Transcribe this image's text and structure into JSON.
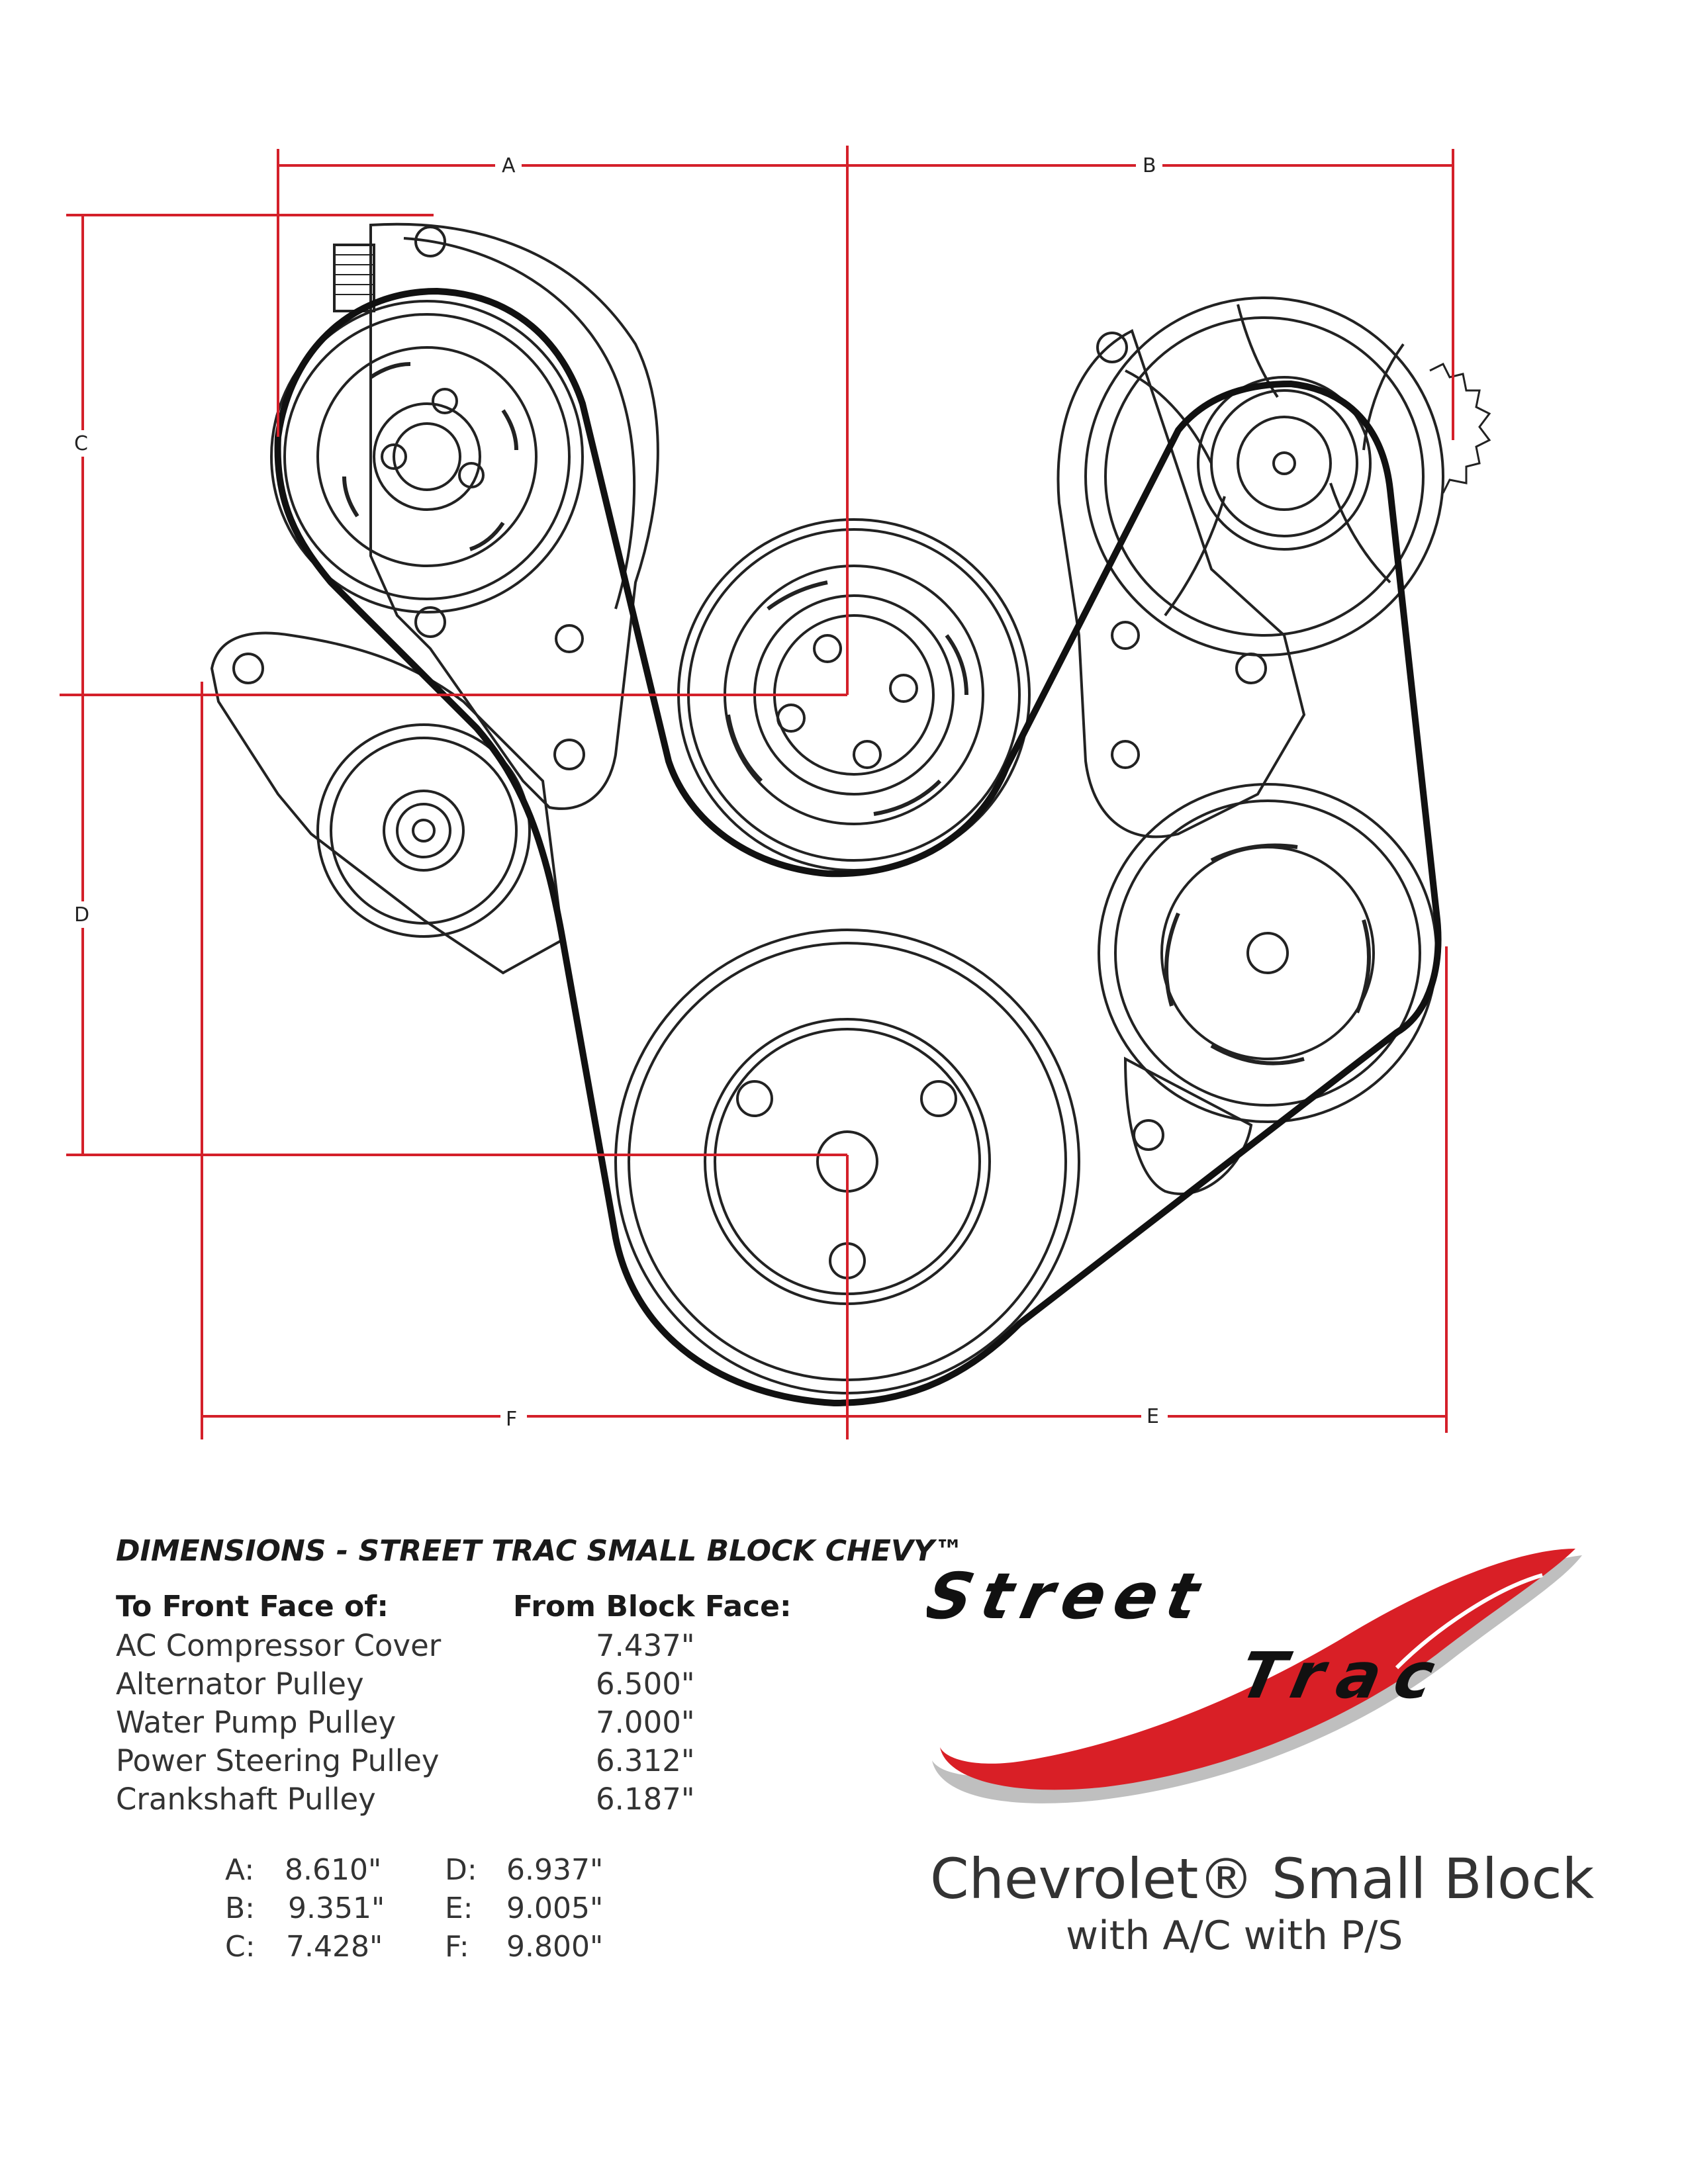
{
  "diagram": {
    "dimension_letters": {
      "a": "A",
      "b": "B",
      "c": "C",
      "d": "D",
      "e": "E",
      "f": "F"
    },
    "colors": {
      "dimension_line": "#d4202a",
      "belt": "#111111",
      "outline": "#222222"
    }
  },
  "dimensions": {
    "title": "DIMENSIONS - STREET TRAC SMALL BLOCK CHEVY™",
    "col_left_header": "To Front Face of:",
    "col_right_header": "From Block Face:",
    "rows": [
      {
        "label": "AC Compressor Cover",
        "value": "7.437\""
      },
      {
        "label": "Alternator Pulley",
        "value": "6.500\""
      },
      {
        "label": "Water Pump Pulley",
        "value": "7.000\""
      },
      {
        "label": "Power Steering Pulley",
        "value": "6.312\""
      },
      {
        "label": "Crankshaft Pulley",
        "value": "6.187\""
      }
    ],
    "letters": [
      {
        "letter": "A:",
        "value": "8.610\""
      },
      {
        "letter": "B:",
        "value": "9.351\""
      },
      {
        "letter": "C:",
        "value": "7.428\""
      },
      {
        "letter": "D:",
        "value": "6.937\""
      },
      {
        "letter": "E:",
        "value": "9.005\""
      },
      {
        "letter": "F:",
        "value": "9.800\""
      }
    ]
  },
  "logo": {
    "word1": "Street",
    "word2": "Trac",
    "colors": {
      "swoosh": "#d91f26",
      "shadow": "#bfbfbf"
    }
  },
  "product": {
    "line1": "Chevrolet® Small Block",
    "line2": "with A/C with P/S"
  }
}
